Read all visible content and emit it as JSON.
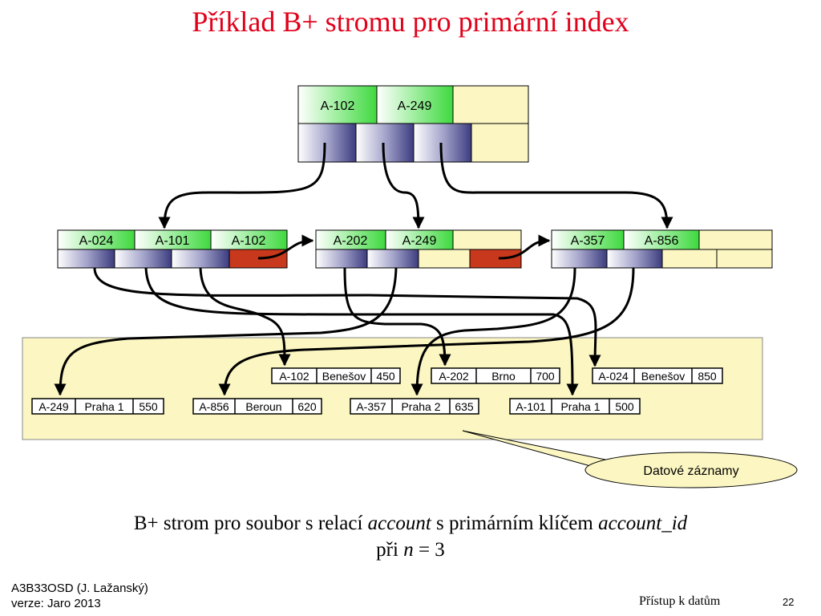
{
  "title": "Příklad B+ stromu pro primární index",
  "root": {
    "keys": [
      "A-102",
      "A-249"
    ]
  },
  "leaves": [
    {
      "keys": [
        "A-024",
        "A-101",
        "A-102"
      ]
    },
    {
      "keys": [
        "A-202",
        "A-249"
      ]
    },
    {
      "keys": [
        "A-357",
        "A-856"
      ]
    }
  ],
  "records": [
    {
      "account": "A-102",
      "branch": "Benešov",
      "balance": "450"
    },
    {
      "account": "A-202",
      "branch": "Brno",
      "balance": "700"
    },
    {
      "account": "A-024",
      "branch": "Benešov",
      "balance": "850"
    },
    {
      "account": "A-249",
      "branch": "Praha 1",
      "balance": "550"
    },
    {
      "account": "A-856",
      "branch": "Beroun",
      "balance": "620"
    },
    {
      "account": "A-357",
      "branch": "Praha 2",
      "balance": "635"
    },
    {
      "account": "A-101",
      "branch": "Praha 1",
      "balance": "500"
    }
  ],
  "callout": "Datové záznamy",
  "caption": {
    "part1": "B+ strom pro soubor s relací",
    "relation": "account",
    "part2": "s primárním klíčem",
    "key": "account_id",
    "part3": "při",
    "var": "n",
    "part4": "= 3"
  },
  "footer": {
    "course": "A3B33OSD (J. Lažanský)",
    "version": "verze: Jaro 2013",
    "section": "Přístup k datům",
    "page": "22"
  },
  "colors": {
    "title": "#e0001a",
    "key_cell": "#5fe85f",
    "empty_cell": "#fbf6c2",
    "pointer_cell": "#5a5a94",
    "next_pointer": "#c8381c",
    "data_area": "#fbf6c2"
  }
}
